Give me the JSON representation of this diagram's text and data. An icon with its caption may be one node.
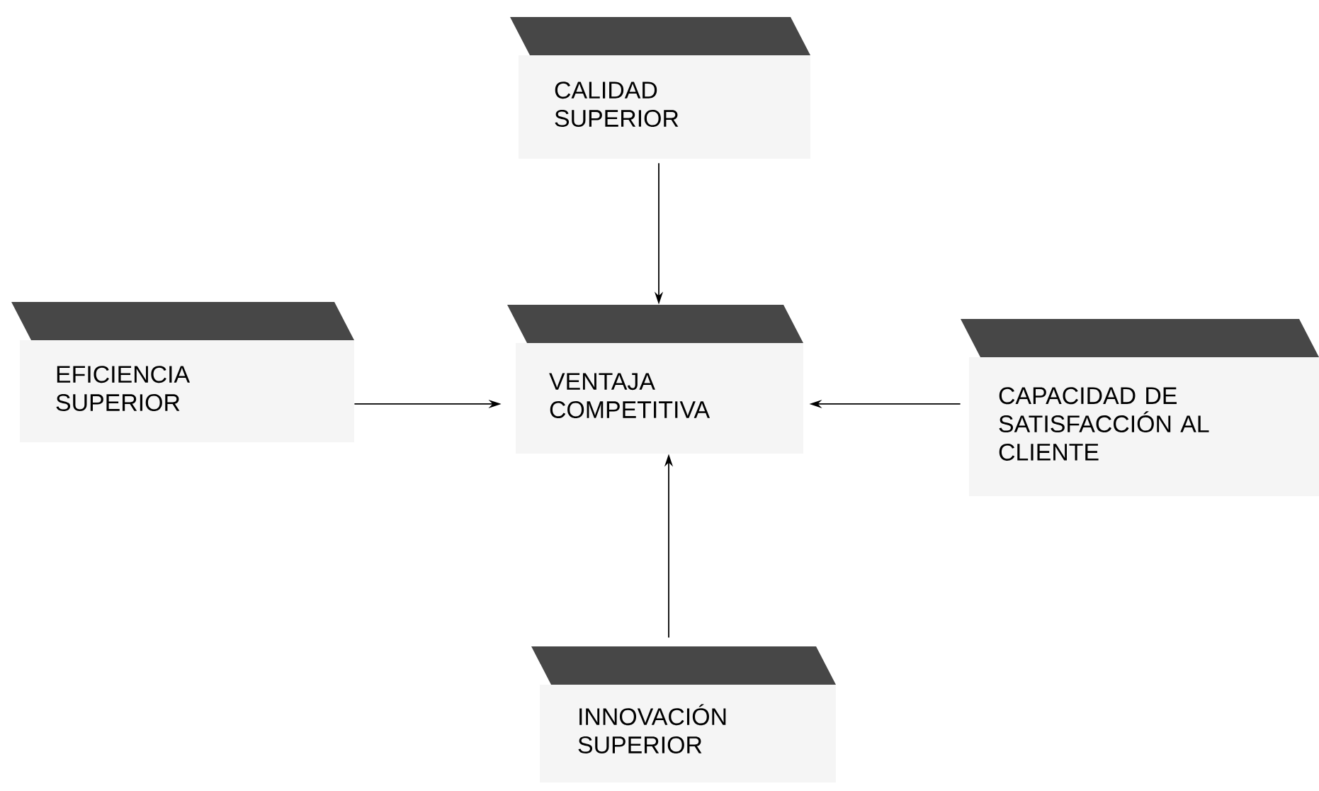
{
  "diagram": {
    "nodes": [
      {
        "text": [
          "CALIDAD SUPERIOR"
        ]
      },
      {
        "text": [
          "EFICIENCIA SUPERIOR"
        ]
      },
      {
        "text": [
          "VENTAJA COMPETITIVA"
        ]
      },
      {
        "text": [
          "CAPACIDAD DE SATISFACCIÓN AL CLIENTE"
        ]
      },
      {
        "text": [
          "INNOVACIÓN SUPERIOR"
        ]
      }
    ],
    "edges": [
      {
        "from": 0,
        "to": 2,
        "arrow": "to"
      },
      {
        "from": 1,
        "to": 2,
        "arrow": "to"
      },
      {
        "from": 3,
        "to": 2,
        "arrow": "to"
      },
      {
        "from": 4,
        "to": 2,
        "arrow": "to"
      }
    ]
  }
}
